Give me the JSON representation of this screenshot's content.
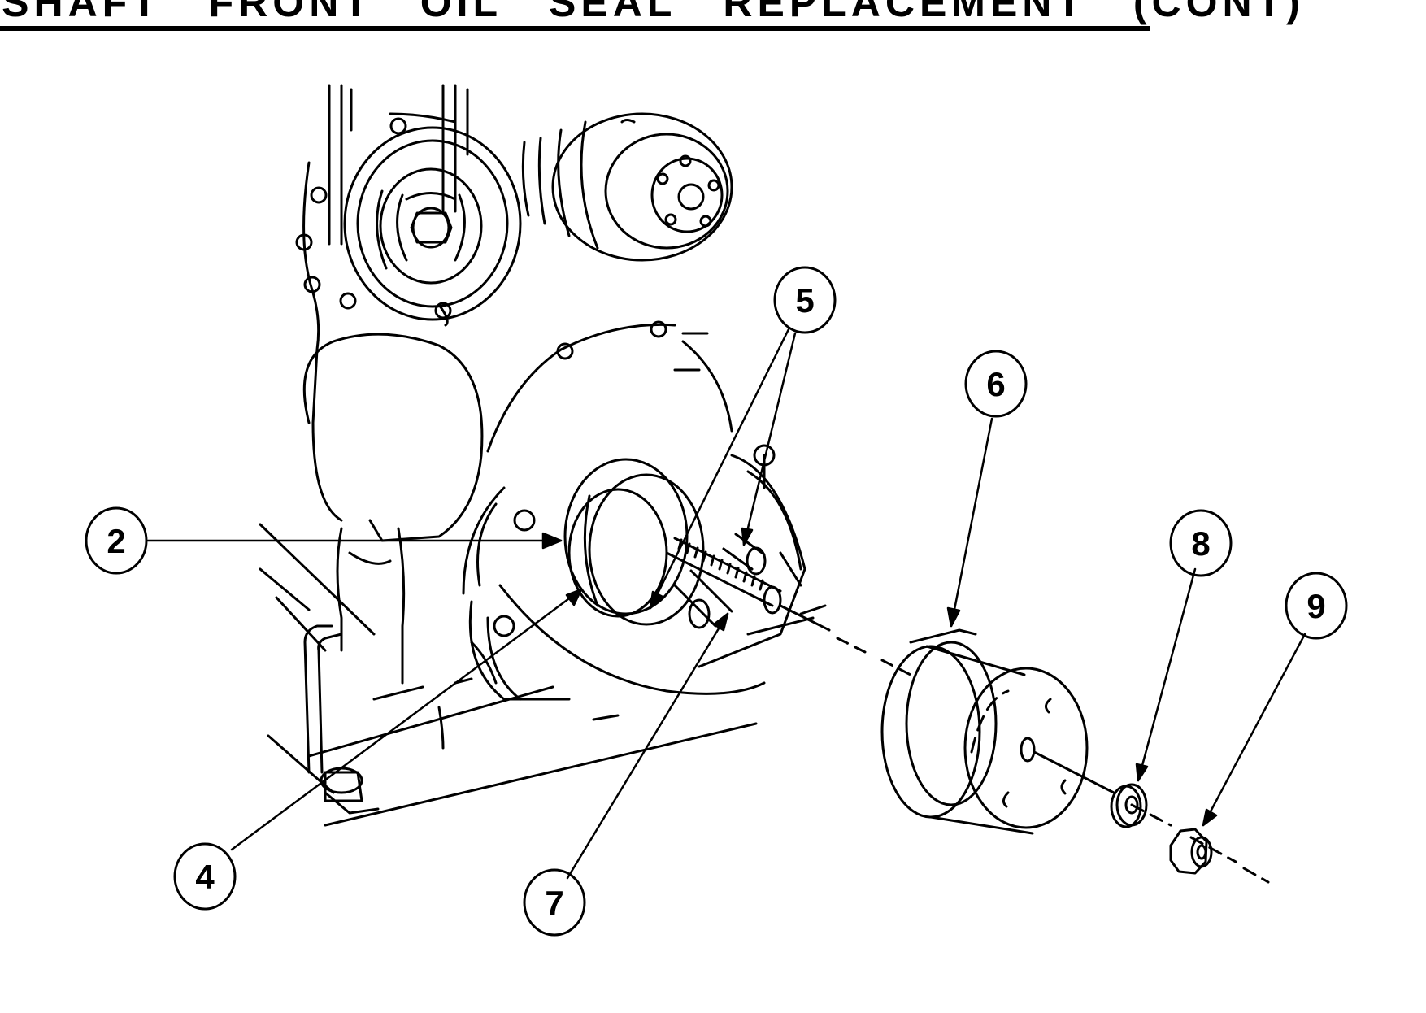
{
  "page": {
    "title": "KSHAFT FRONT OIL SEAL REPLACEMENT (CONT)"
  },
  "callouts": {
    "c2": "2",
    "c4": "4",
    "c5": "5",
    "c6": "6",
    "c7": "7",
    "c8": "8",
    "c9": "9"
  }
}
